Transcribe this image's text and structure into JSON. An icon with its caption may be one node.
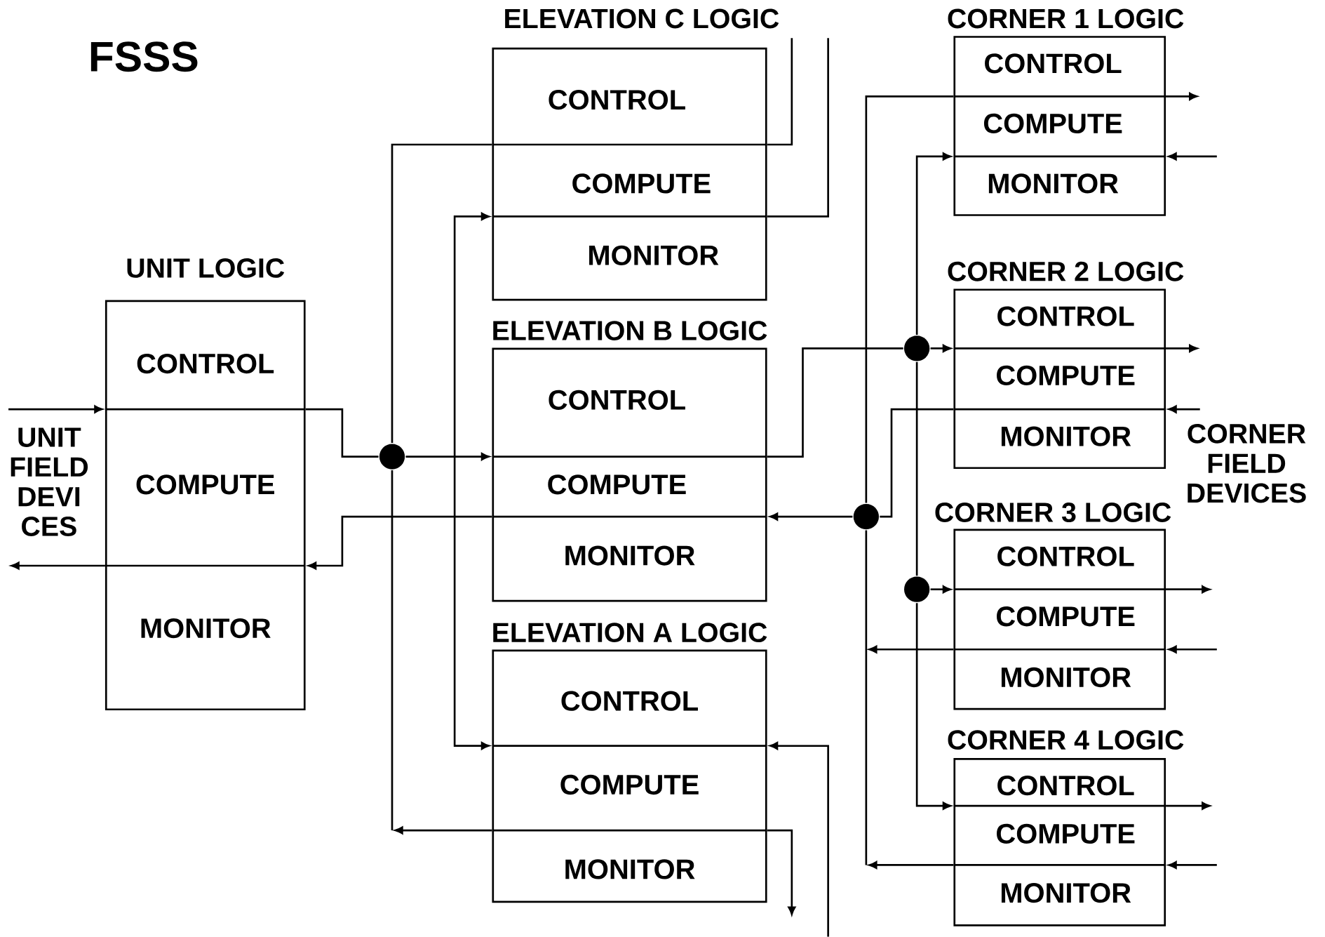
{
  "diagram": {
    "title": "FSSS",
    "nodes": [
      {
        "text": [
          "UNIT LOGIC",
          "CONTROL",
          "COMPUTE",
          "MONITOR"
        ]
      },
      {
        "text": [
          "ELEVATION C LOGIC",
          "CONTROL",
          "COMPUTE",
          "MONITOR"
        ]
      },
      {
        "text": [
          "ELEVATION B LOGIC",
          "CONTROL",
          "COMPUTE",
          "MONITOR"
        ]
      },
      {
        "text": [
          "ELEVATION A LOGIC",
          "CONTROL",
          "COMPUTE",
          "MONITOR"
        ]
      },
      {
        "text": [
          "CORNER 1 LOGIC",
          "CONTROL",
          "COMPUTE",
          "MONITOR"
        ]
      },
      {
        "text": [
          "CORNER 2 LOGIC",
          "CONTROL",
          "COMPUTE",
          "MONITOR"
        ]
      },
      {
        "text": [
          "CORNER 3 LOGIC",
          "CONTROL",
          "COMPUTE",
          "MONITOR"
        ]
      },
      {
        "text": [
          "CORNER 4 LOGIC",
          "CONTROL",
          "COMPUTE",
          "MONITOR"
        ]
      },
      {
        "text": [],
        "shape": "circle"
      },
      {
        "text": [],
        "shape": "circle"
      },
      {
        "text": [],
        "shape": "circle"
      },
      {
        "text": [],
        "shape": "circle"
      }
    ],
    "edges": [
      {
        "from": null,
        "to": 0,
        "arrow": "to"
      },
      {
        "from": 0,
        "to": 8,
        "arrow": "none"
      },
      {
        "from": 8,
        "to": 2,
        "arrow": "to"
      },
      {
        "from": 2,
        "to": 10,
        "arrow": "none"
      },
      {
        "from": 10,
        "to": 5,
        "arrow": "to"
      },
      {
        "from": 5,
        "to": null,
        "arrow": "to"
      },
      {
        "from": 10,
        "to": 4,
        "arrow": "to"
      },
      {
        "from": 10,
        "to": 11,
        "arrow": "none"
      },
      {
        "from": 11,
        "to": 6,
        "arrow": "to"
      },
      {
        "from": 6,
        "to": null,
        "arrow": "to"
      },
      {
        "from": 11,
        "to": 7,
        "arrow": "to"
      },
      {
        "from": 7,
        "to": null,
        "arrow": "to"
      },
      {
        "from": 8,
        "to": 1,
        "arrow": "none"
      },
      {
        "from": 1,
        "to": null,
        "arrow": "none"
      },
      {
        "from": 3,
        "to": null,
        "arrow": "to"
      },
      {
        "from": 3,
        "to": null,
        "arrow": "to"
      },
      {
        "from": null,
        "to": 3,
        "arrow": "to"
      },
      {
        "from": null,
        "to": 1,
        "arrow": "none"
      },
      {
        "from": 1,
        "to": 3,
        "arrow": "both"
      },
      {
        "from": 9,
        "to": 2,
        "arrow": "to"
      },
      {
        "from": 2,
        "to": 0,
        "arrow": "to"
      },
      {
        "from": 0,
        "to": null,
        "arrow": "to"
      },
      {
        "from": 9,
        "to": 4,
        "arrow": "none"
      },
      {
        "from": 4,
        "to": null,
        "arrow": "to"
      },
      {
        "from": null,
        "to": 4,
        "arrow": "to"
      },
      {
        "from": null,
        "to": 5,
        "arrow": "to"
      },
      {
        "from": 5,
        "to": 9,
        "arrow": "none"
      },
      {
        "from": null,
        "to": 6,
        "arrow": "to"
      },
      {
        "from": 6,
        "to": null,
        "arrow": "to"
      },
      {
        "from": null,
        "to": 7,
        "arrow": "to"
      },
      {
        "from": 7,
        "to": null,
        "arrow": "to"
      },
      {
        "from": 8,
        "to": null,
        "arrow": "none"
      },
      {
        "from": 9,
        "to": null,
        "arrow": "none"
      }
    ],
    "labels": [
      "UNIT FIELD DEVI CES",
      "CORNER FIELD DEVICES"
    ]
  }
}
